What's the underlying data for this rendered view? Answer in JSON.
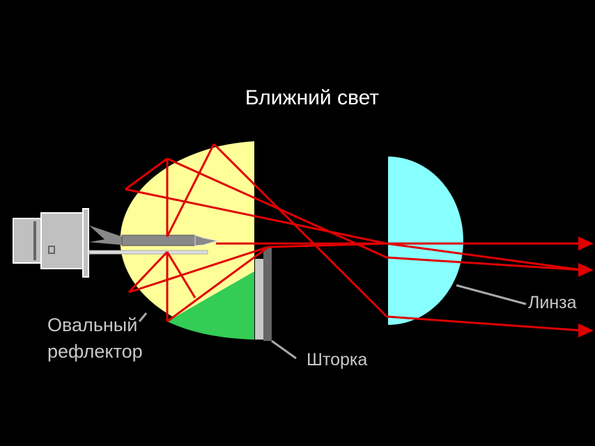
{
  "title": "Ближний свет",
  "labels": {
    "reflector_line1": "Овальный",
    "reflector_line2": "рефлектор",
    "shutter": "Шторка",
    "lens": "Линза"
  },
  "colors": {
    "reflector": "#ffff99",
    "shadow": "#33cc55",
    "lens": "#88ffff",
    "rays": "#e00000",
    "lamp": "#c0c0c0"
  }
}
